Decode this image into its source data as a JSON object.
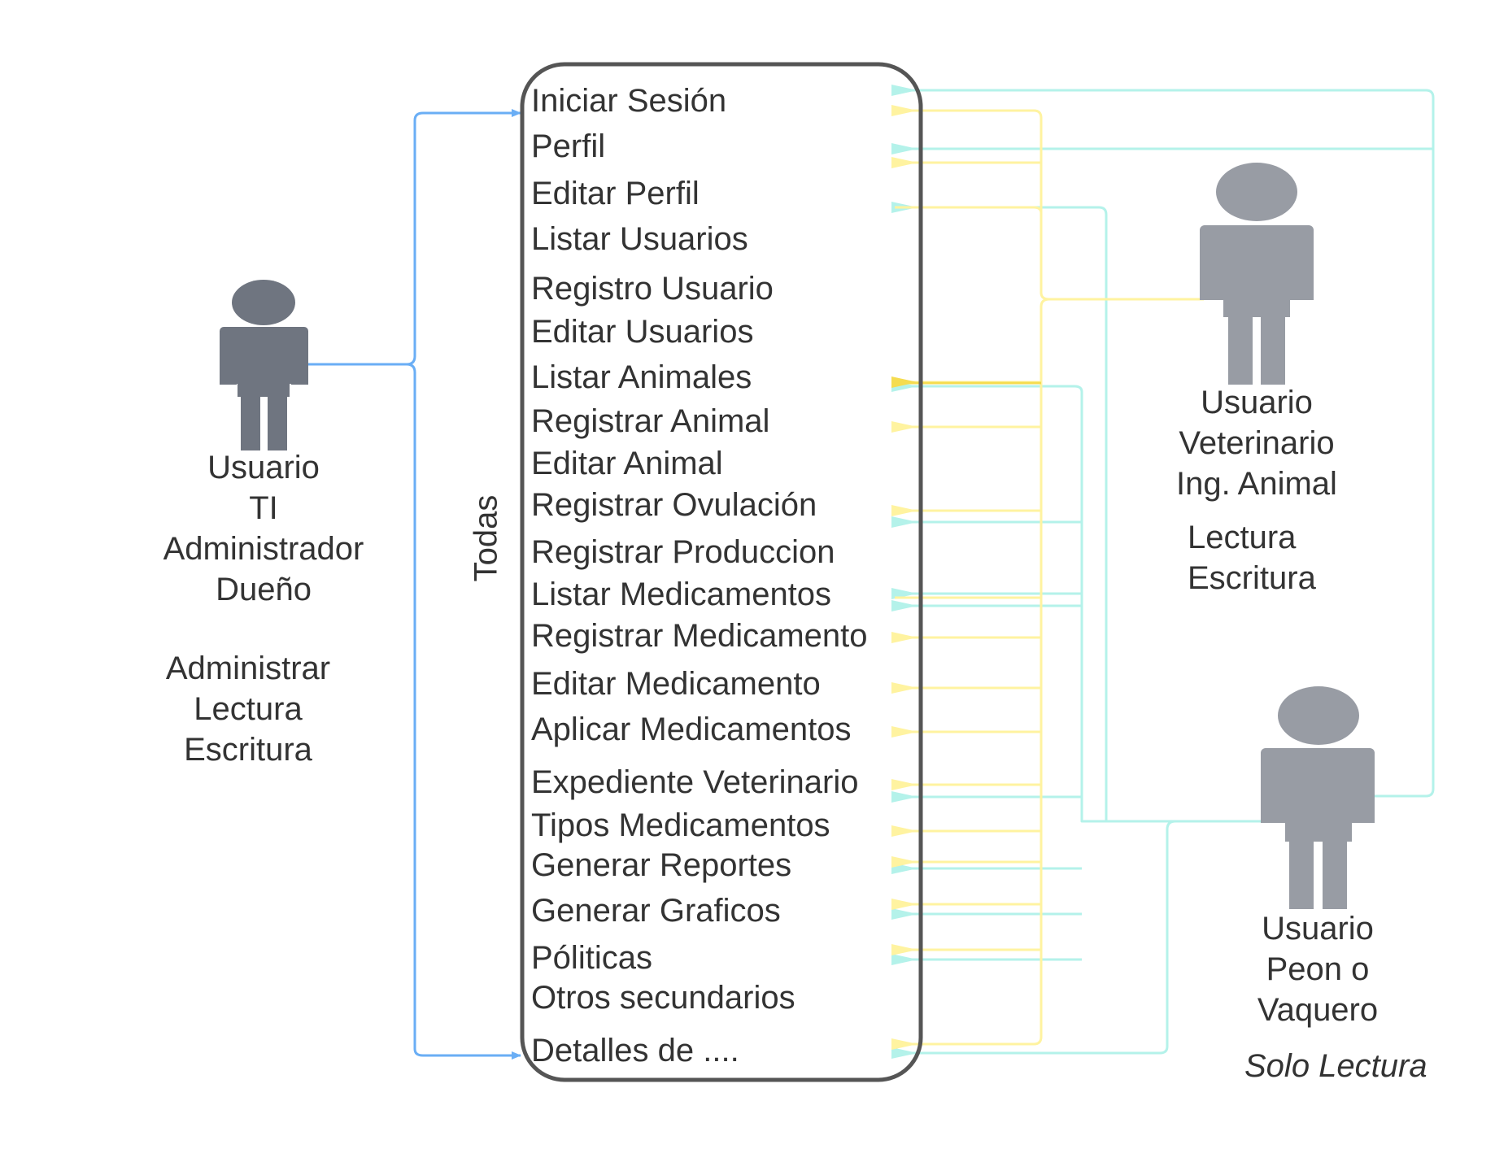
{
  "features_box": {
    "side_label": "Todas",
    "items": [
      "Iniciar Sesión",
      "Perfil",
      "Editar Perfil",
      "Listar Usuarios",
      "Registro Usuario",
      "Editar Usuarios",
      "Listar Animales",
      "Registrar Animal",
      "Editar Animal",
      "Registrar Ovulación",
      "Registrar Produccion",
      "Listar Medicamentos",
      "Registrar Medicamento",
      "Editar Medicamento",
      "Aplicar Medicamentos",
      "Expediente Veterinario",
      "Tipos Medicamentos",
      "Generar Reportes",
      "Generar Graficos",
      "Póliticas",
      "Otros secundarios",
      "Detalles de ...."
    ]
  },
  "actors": {
    "admin": {
      "icon": "person-icon",
      "name_lines": [
        "Usuario",
        "TI",
        "Administrador",
        "Dueño"
      ],
      "permission_lines": [
        "Administrar",
        "Lectura",
        "Escritura"
      ],
      "color": "#6f7580",
      "wire_color": "#6aaef5"
    },
    "vet": {
      "icon": "person-icon",
      "name_lines": [
        "Usuario",
        "Veterinario",
        "Ing. Animal"
      ],
      "permission_lines": [
        "Lectura",
        "Escritura"
      ],
      "color": "#989ca4",
      "wire_color": "#fff3a0"
    },
    "peon": {
      "icon": "person-icon",
      "name_lines": [
        "Usuario",
        "Peon o",
        "Vaquero"
      ],
      "permission_lines": [
        "Solo Lectura"
      ],
      "color": "#989ca4",
      "wire_color": "#b4f2ea"
    }
  },
  "colors": {
    "box_border": "#555555",
    "text": "#333333"
  }
}
